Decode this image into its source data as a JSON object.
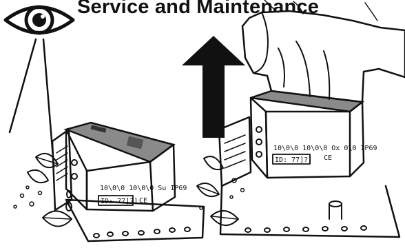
{
  "title": "Service and Maintenance",
  "left_device": {
    "label_line": "10\\0\\0 10\\0\\0 Su  IP69",
    "id_text": "ID: 77]?]",
    "mark": "CE"
  },
  "right_device": {
    "label_line": "10\\0\\0 10\\0\\0 Ox 0\\0  IP69",
    "id_text": "ID: 77]?]",
    "mark": "CE"
  },
  "icons": [
    "eye-icon",
    "up-arrow-icon",
    "hand-icon",
    "leaf-icon"
  ],
  "colors": {
    "ink": "#111111",
    "background": "#ffffff",
    "grey_lid": "#8a8a8a"
  }
}
